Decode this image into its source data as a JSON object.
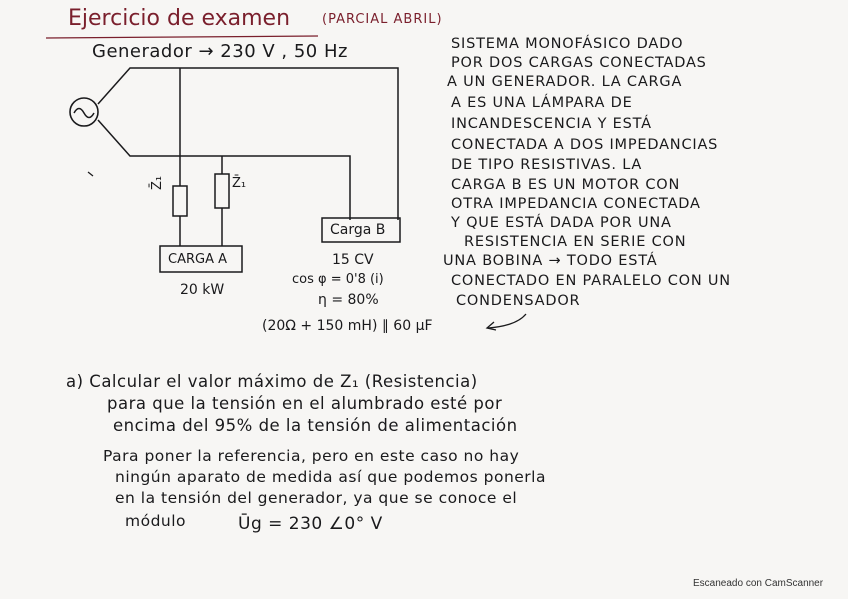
{
  "title": "Ejercicio de examen",
  "title_note": "(PARCIAL ABRIL)",
  "generator_label": "Generador → 230 V ,  50 Hz",
  "statement_lines": [
    "SISTEMA MONOFÁSICO DADO",
    "POR DOS CARGAS CONECTADAS",
    "A UN GENERADOR. LA CARGA",
    "A ES UNA LÁMPARA DE",
    "INCANDESCENCIA Y ESTÁ",
    "CONECTADA A DOS IMPEDANCIAS",
    "DE TIPO RESISTIVAS. LA",
    "CARGA B ES UN MOTOR CON",
    "OTRA IMPEDANCIA CONECTADA",
    "Y QUE ESTÁ DADA POR UNA",
    "RESISTENCIA EN SERIE CON",
    "UNA BOBINA → TODO ESTÁ",
    "CONECTADO EN PARALELO CON UN",
    "CONDENSADOR"
  ],
  "circuit": {
    "z1_left": "Z̄₁",
    "z1_right": "Z̄₁",
    "load_a": "CARGA A",
    "load_a_power": "20 kW",
    "load_b": "Carga B",
    "load_b_power": "15 CV",
    "load_b_pf": "cos φ = 0'8 (i)",
    "load_b_eff": "η = 80%",
    "impedance_note": "(20Ω + 150 mH) ∥ 60 μF"
  },
  "question_lines": [
    "a) Calcular el valor máximo de  Z₁ (Resistencia)",
    "para que la tensión en el alumbrado esté por",
    "encima del 95% de la tensión de alimentación"
  ],
  "answer_lines": [
    "Para poner la referencia, pero en este caso no hay",
    "ningún aparato de medida así que podemos ponerla",
    "en la tensión del generador, ya que se conoce el",
    "módulo"
  ],
  "answer_formula": "Ūg = 230 ∠0°  V",
  "watermark": "Escaneado con CamScanner"
}
